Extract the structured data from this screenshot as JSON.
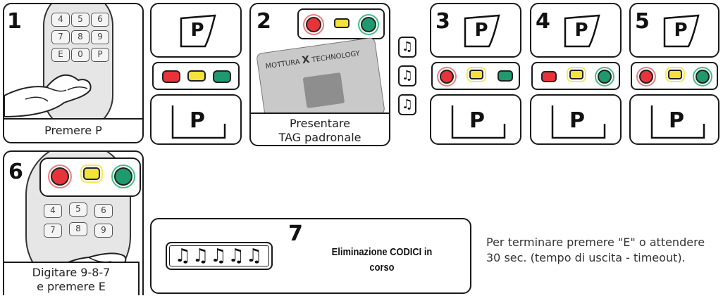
{
  "steps": {
    "s1": {
      "number": "1",
      "caption": "Premere P"
    },
    "s2": {
      "number": "2",
      "caption_line1": "Presentare",
      "caption_line2": "TAG padronale",
      "card_brand": "MOTTURA",
      "card_tech": "TECHNOLOGY",
      "card_x": "X"
    },
    "s3": {
      "number": "3"
    },
    "s4": {
      "number": "4"
    },
    "s5": {
      "number": "5"
    },
    "s6": {
      "number": "6",
      "caption_line1": "Digitare 9-8-7",
      "caption_line2": "e premere E"
    },
    "s7": {
      "number": "7",
      "text_line1": "Eliminazione CODICI in",
      "text_line2": "corso"
    }
  },
  "button_label": "P",
  "keypad_keys": [
    "4",
    "5",
    "6",
    "7",
    "8",
    "9",
    "E",
    "0",
    "P"
  ],
  "note_symbol": "♫",
  "notes_row": "♫♫♫♫♫",
  "footer": {
    "line1": "Per terminare premere \"E\" o attendere",
    "line2": "30 sec. (tempo di uscita - timeout)."
  },
  "colors": {
    "led_red": "#e8333a",
    "led_yellow": "#f2e23a",
    "led_green": "#1e9a6e"
  }
}
